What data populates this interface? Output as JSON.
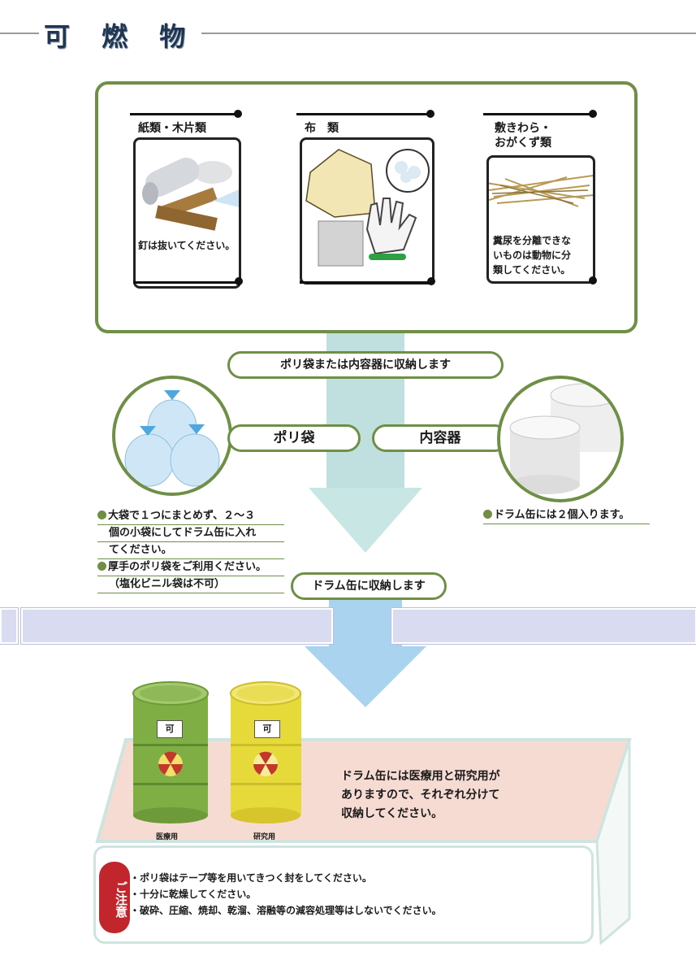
{
  "page": {
    "title": "可 燃 物"
  },
  "categories": [
    {
      "title": "紙類・木片類",
      "note": "釘は抜いてください。"
    },
    {
      "title": "布　類",
      "note": ""
    },
    {
      "title_line1": "敷きわら・",
      "title_line2": "おがくず類",
      "note_lines": [
        "糞尿を分離できな",
        "いものは動物に分",
        "類してください。"
      ]
    }
  ],
  "flow": {
    "step1": "ポリ袋または内容器に収納します",
    "bag_label": "ポリ袋",
    "container_label": "内容器",
    "bag_notes": [
      "大袋で１つにまとめず、２～３",
      "個の小袋にしてドラム缶に入れ",
      "てください。",
      "厚手のポリ袋をご利用ください。",
      "（塩化ビニル袋は不可）"
    ],
    "container_note": "ドラム缶には２個入ります。",
    "step2": "ドラム缶に収納します"
  },
  "drums": [
    {
      "mark": "可",
      "caption": "医療用",
      "color": "#7fae45"
    },
    {
      "mark": "可",
      "caption": "研究用",
      "color": "#e6d93a"
    }
  ],
  "drum_message": [
    "ドラム缶には医療用と研究用が",
    "ありますので、それぞれ分けて",
    "収納してください。"
  ],
  "caution": {
    "badge": "ご注意",
    "items": [
      "・ポリ袋はテープ等を用いてきつく封をしてください。",
      "・十分に乾燥してください。",
      "・破砕、圧縮、焼却、乾溜、溶融等の減容処理等はしないでください。"
    ]
  },
  "colors": {
    "frame_green": "#6e8f45",
    "title_navy": "#1f3550",
    "arrow_teal": "#bfe0df",
    "arrow_blue": "#a9d3ee",
    "band_lavender": "#d9dcf0"
  }
}
